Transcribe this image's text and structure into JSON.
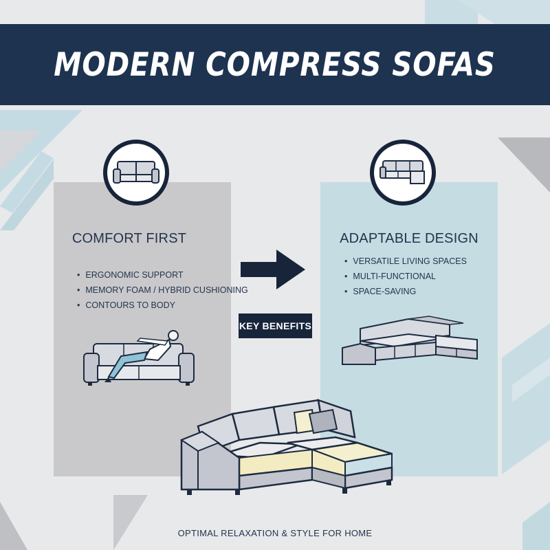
{
  "title": "MODERN COMPRESS SOFAS",
  "left_panel": {
    "icon": "sofa-icon",
    "title": "COMFORT FIRST",
    "bullets": [
      "ERGONOMIC SUPPORT",
      "MEMORY FOAM / HYBRID CUSHIONING",
      "CONTOURS TO BODY"
    ],
    "illustration": "person-relaxing-on-sofa"
  },
  "right_panel": {
    "icon": "sectional-sofa-icon",
    "title": "ADAPTABLE DESIGN",
    "bullets": [
      "VERSATILE LIVING SPACES",
      "MULTI-FUNCTIONAL",
      "SPACE-SAVING"
    ],
    "illustration": "modular-sectional-sofa"
  },
  "center": {
    "badge": "KEY BENEFITS",
    "arrow_icon": "arrow-right-icon",
    "illustration": "sectional-sofa-with-cushion-layers"
  },
  "footer": "OPTIMAL RELAXATION & STYLE FOR HOME",
  "colors": {
    "navy": "#1d3350",
    "dark_navy": "#17243a",
    "panel_grey": "#c9c9cb",
    "panel_blue": "#c6dce3",
    "background": "#e8e9eb",
    "foam_yellow": "#f3ecc2",
    "sofa_grey": "#c3c6cf"
  }
}
